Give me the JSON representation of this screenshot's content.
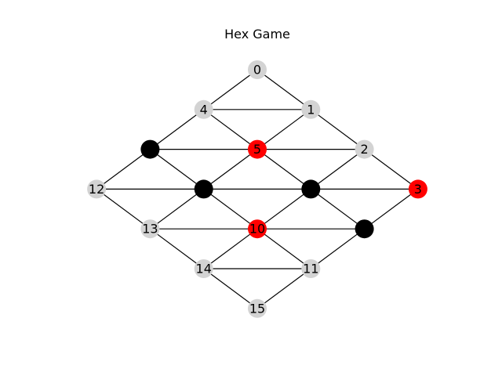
{
  "title": "Hex Game",
  "colors": {
    "empty": "#d3d3d3",
    "black": "#000000",
    "red": "#ff0000",
    "edge": "#000000",
    "label": "#000000"
  },
  "board": {
    "size": 4,
    "cells": [
      {
        "id": 0,
        "label": "0",
        "state": "empty",
        "row": 0,
        "col": 0
      },
      {
        "id": 1,
        "label": "1",
        "state": "empty",
        "row": 0,
        "col": 1
      },
      {
        "id": 2,
        "label": "2",
        "state": "empty",
        "row": 0,
        "col": 2
      },
      {
        "id": 3,
        "label": "3",
        "state": "red",
        "row": 0,
        "col": 3
      },
      {
        "id": 4,
        "label": "4",
        "state": "empty",
        "row": 1,
        "col": 0
      },
      {
        "id": 5,
        "label": "5",
        "state": "red",
        "row": 1,
        "col": 1
      },
      {
        "id": 6,
        "label": "",
        "state": "black",
        "row": 1,
        "col": 2
      },
      {
        "id": 7,
        "label": "",
        "state": "black",
        "row": 1,
        "col": 3
      },
      {
        "id": 8,
        "label": "",
        "state": "black",
        "row": 2,
        "col": 0
      },
      {
        "id": 9,
        "label": "",
        "state": "black",
        "row": 2,
        "col": 1
      },
      {
        "id": 10,
        "label": "10",
        "state": "red",
        "row": 2,
        "col": 2
      },
      {
        "id": 11,
        "label": "11",
        "state": "empty",
        "row": 2,
        "col": 3
      },
      {
        "id": 12,
        "label": "12",
        "state": "empty",
        "row": 3,
        "col": 0
      },
      {
        "id": 13,
        "label": "13",
        "state": "empty",
        "row": 3,
        "col": 1
      },
      {
        "id": 14,
        "label": "14",
        "state": "empty",
        "row": 3,
        "col": 2
      },
      {
        "id": 15,
        "label": "15",
        "state": "empty",
        "row": 3,
        "col": 3
      }
    ]
  }
}
